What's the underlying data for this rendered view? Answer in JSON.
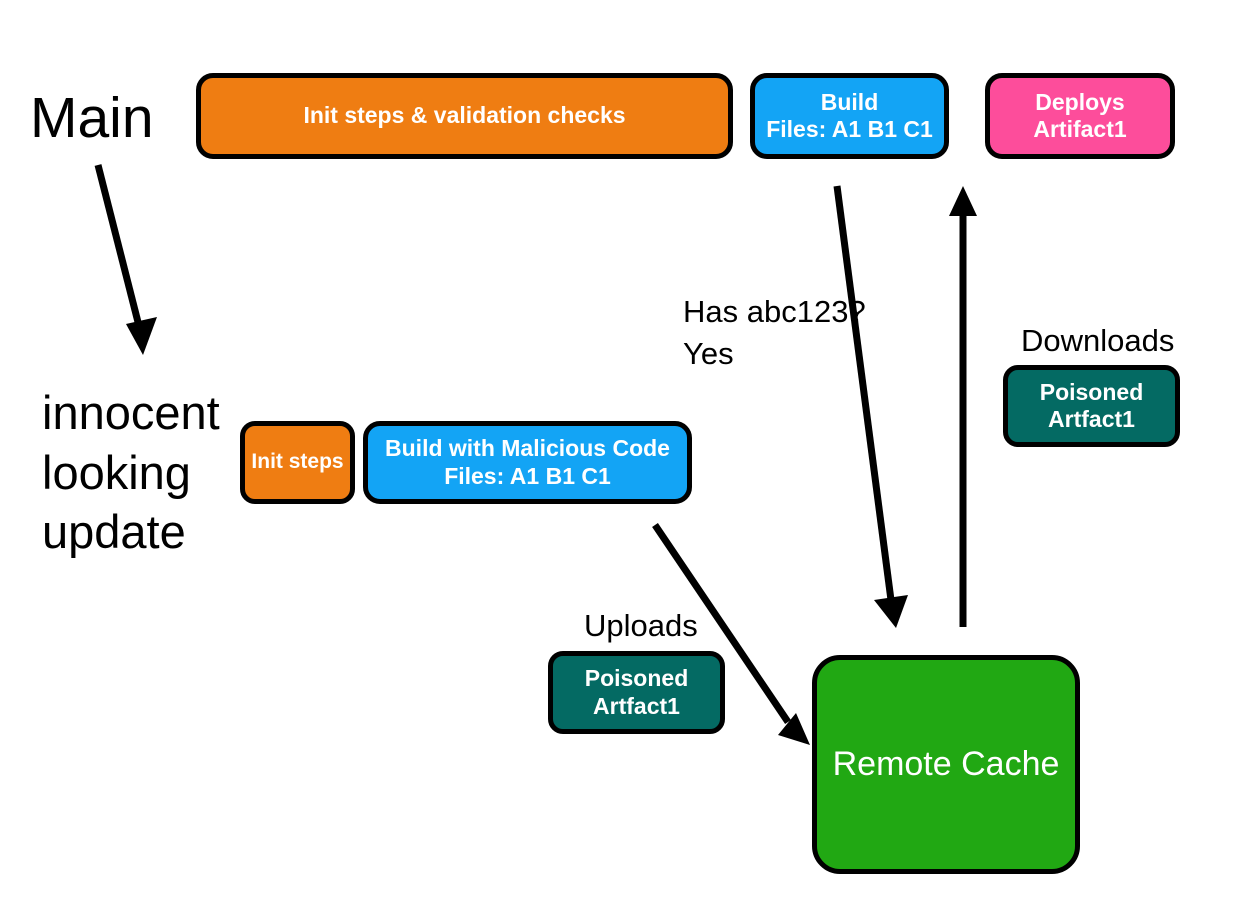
{
  "diagram": {
    "title": "Remote cache poisoning attack flow",
    "background": "#ffffff",
    "outline_color": "#000000"
  },
  "labels": {
    "main_branch": "Main",
    "feature_branch": "innocent\nlooking\nupdate",
    "cache_query": "Has abc123?\nYes",
    "downloads": "Downloads",
    "uploads": "Uploads"
  },
  "nodes": {
    "init_validation": {
      "text": "Init steps & validation checks",
      "color": "#ef7d12"
    },
    "build_main": {
      "text": "Build\nFiles: A1  B1  C1",
      "color": "#13a4f5"
    },
    "deploys": {
      "text": "Deploys\nArtifact1",
      "color": "#fd4d9b"
    },
    "init_steps": {
      "text": "Init steps",
      "color": "#ef7d12"
    },
    "build_malicious": {
      "text": "Build with Malicious Code\nFiles: A1  B1  C1",
      "color": "#13a4f5"
    },
    "poisoned_download": {
      "text": "Poisoned\nArtfact1",
      "color": "#046a63"
    },
    "poisoned_upload": {
      "text": "Poisoned\nArtfact1",
      "color": "#046a63"
    },
    "remote_cache": {
      "text": "Remote Cache",
      "color": "#21a813"
    }
  },
  "arrows": [
    {
      "name": "main-to-feature",
      "from": "Main",
      "to": "innocent looking update",
      "direction": "down-right"
    },
    {
      "name": "build-to-cache-lookup",
      "from": "Build",
      "to": "Remote Cache",
      "direction": "down-right",
      "label": "Has abc123? Yes"
    },
    {
      "name": "cache-to-deploys",
      "from": "Remote Cache",
      "to": "Deploys Artifact1",
      "direction": "up",
      "label": "Downloads"
    },
    {
      "name": "malicious-build-to-cache",
      "from": "Build with Malicious Code",
      "to": "Remote Cache",
      "direction": "down-right",
      "label": "Uploads"
    }
  ]
}
